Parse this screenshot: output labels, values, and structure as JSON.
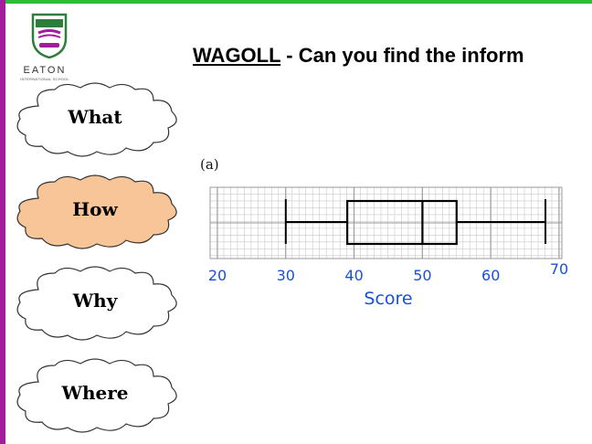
{
  "logo": {
    "name": "EATON",
    "subtitle": "INTERNATIONAL SCHOOL",
    "colors": {
      "shield": "#2e7d3a",
      "banner": "#a01e9c"
    }
  },
  "sidebar": {
    "items": [
      {
        "label": "What",
        "filled": false
      },
      {
        "label": "How",
        "filled": true
      },
      {
        "label": "Why",
        "filled": false
      },
      {
        "label": "Where",
        "filled": false
      }
    ],
    "highlight_color": "#f7c597"
  },
  "slide": {
    "title_underlined": "WAGOLL",
    "title_rest": " - Can you find the inform",
    "part_label": "(a)"
  },
  "accent": {
    "top_bar": "#2ebd36",
    "left_bar": "#a01e9c",
    "axis_blue": "#1a4fd8"
  },
  "chart_data": {
    "type": "boxplot",
    "xlabel": "Score",
    "ticks": [
      20,
      30,
      40,
      50,
      60,
      70
    ],
    "xlim": [
      20,
      70
    ],
    "min": 30,
    "q1": 39,
    "median": 50,
    "q3": 55,
    "max": 68,
    "grid": true
  }
}
